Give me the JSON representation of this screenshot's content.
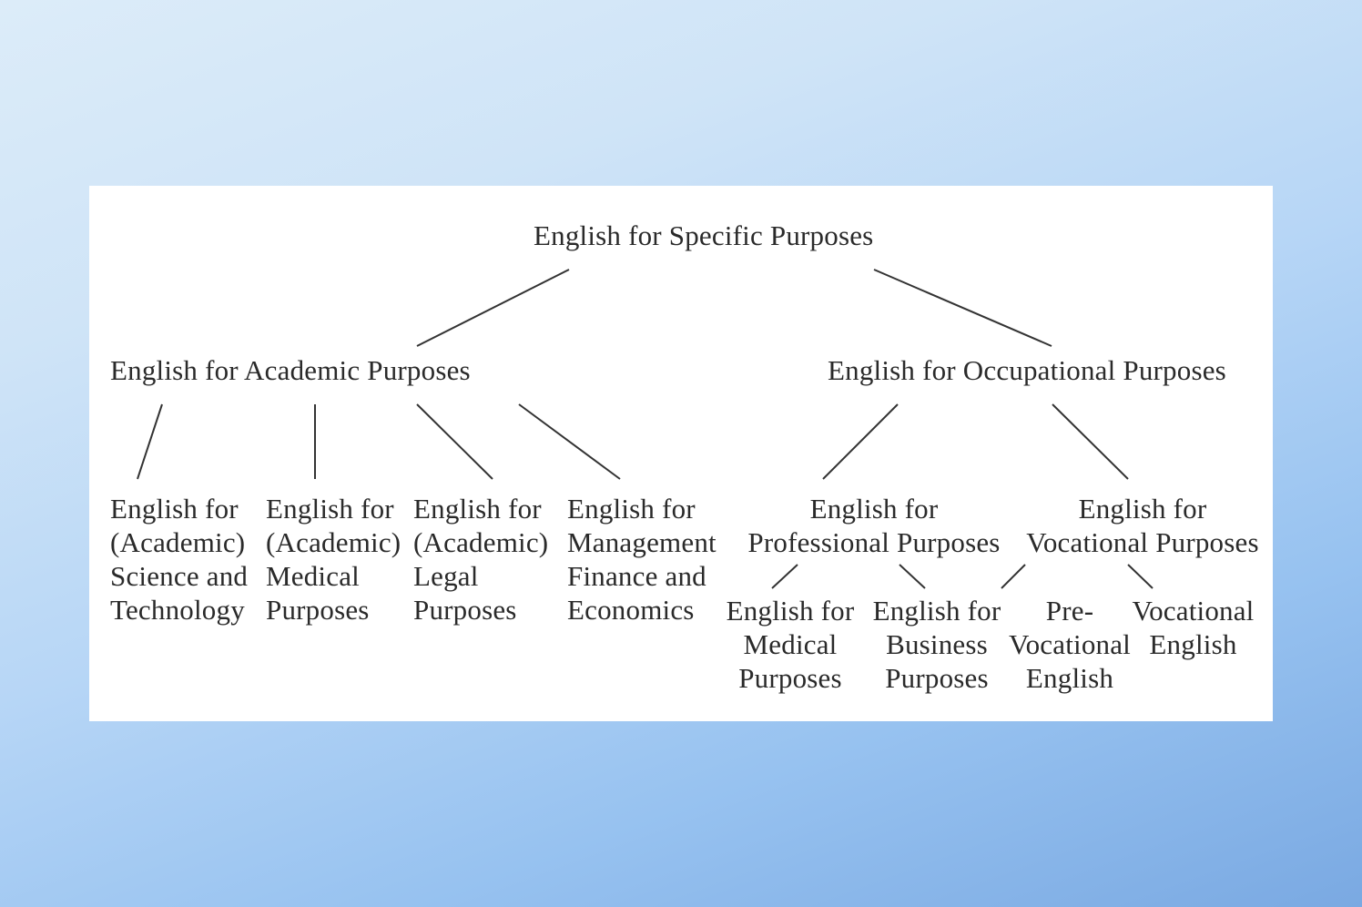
{
  "diagram": {
    "root": "English for Specific Purposes",
    "eap": "English for Academic Purposes",
    "eop": "English for Occupational Purposes",
    "eap_children": [
      "English for\n(Academic)\nScience and\nTechnology",
      "English for\n(Academic)\nMedical\nPurposes",
      "English for\n(Academic)\nLegal\nPurposes",
      "English for\nManagement\nFinance and\nEconomics"
    ],
    "epp": "English for\nProfessional Purposes",
    "evp": "English for\nVocational Purposes",
    "epp_children": [
      "English for\nMedical\nPurposes",
      "English for\nBusiness\nPurposes"
    ],
    "evp_children": [
      "Pre-\nVocational\nEnglish",
      "Vocational\nEnglish"
    ]
  }
}
